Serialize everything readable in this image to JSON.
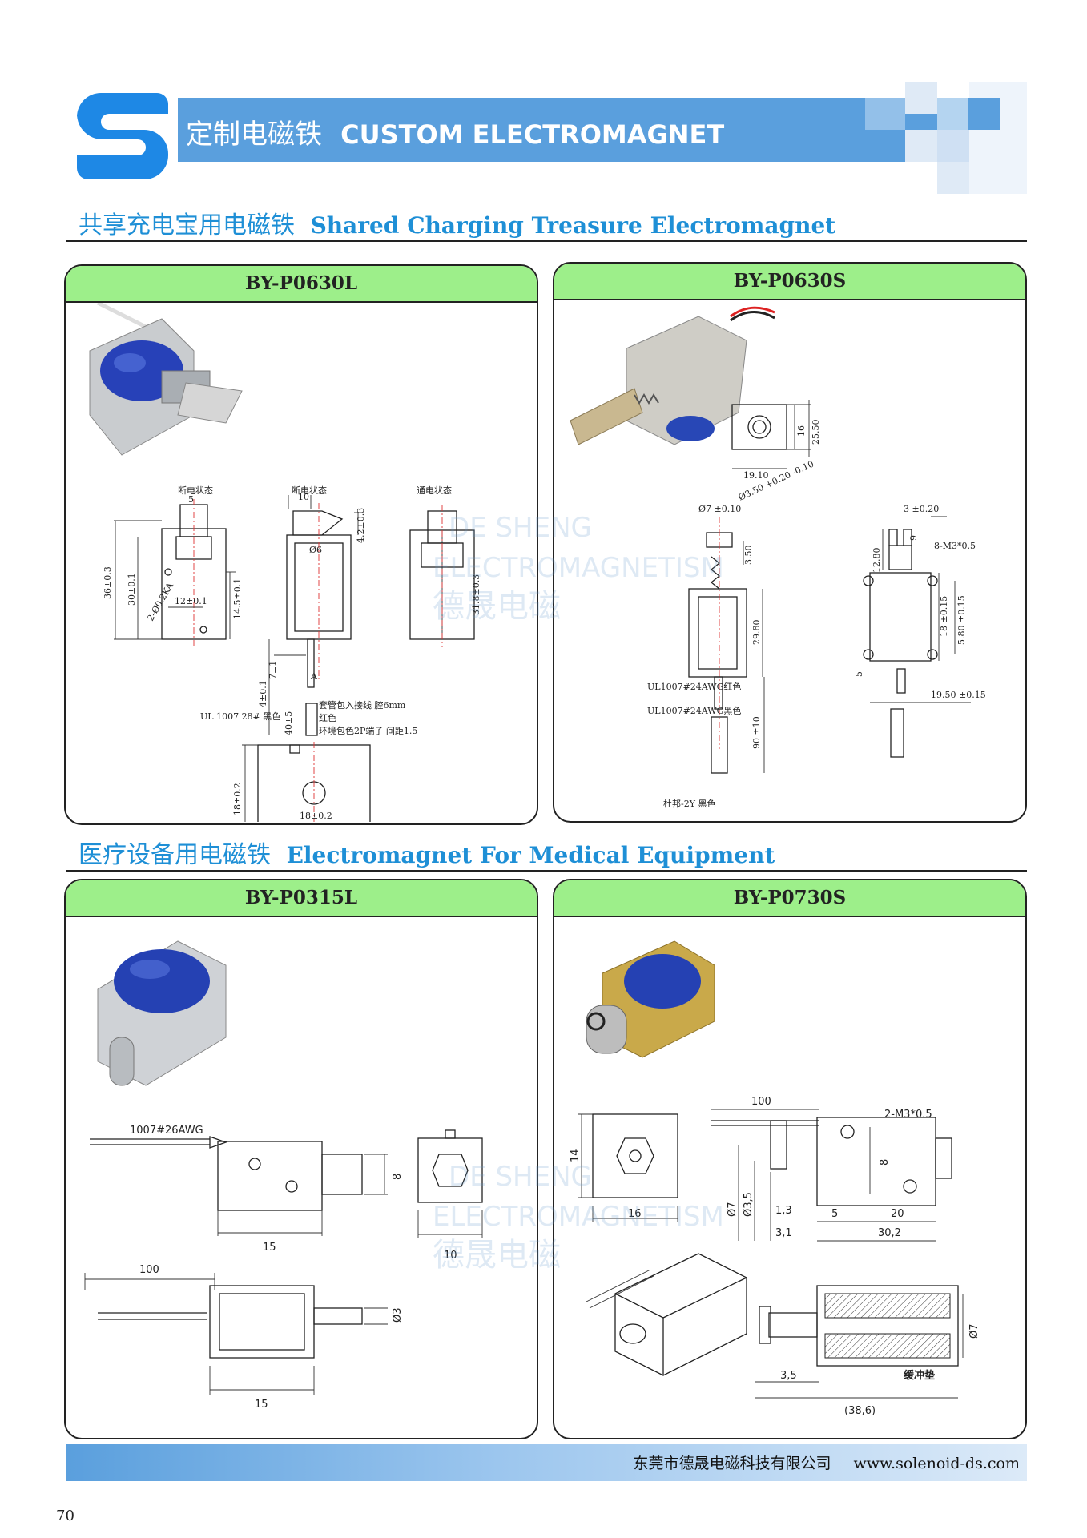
{
  "header": {
    "title_zh": "定制电磁铁",
    "title_en": "CUSTOM ELECTROMAGNET",
    "brand_color": "#5a9fdd",
    "logo_icon": "ds-s-logo-icon"
  },
  "sections": [
    {
      "title_zh": "共享充电宝用电磁铁",
      "title_en": "Shared Charging Treasure Electromagnet",
      "panels": [
        {
          "model": "BY-P0630L",
          "labels": [
            "断电状态",
            "断电状态",
            "通电状态",
            "UL 1007 28# 黑色",
            "套管包入接线 腔6mm",
            "红色",
            "环境包色2P端子 间距1.5",
            "A"
          ],
          "dims": [
            "5",
            "10",
            "Ø6",
            "4.2±0.3",
            "36±0.3",
            "30±0.1",
            "2-Ø0.2KA",
            "12±0.1",
            "14.5±0.1",
            "31.8±0.3",
            "7±1",
            "4±0.1",
            "40±5",
            "18±0.2",
            "18±0.2"
          ]
        },
        {
          "model": "BY-P0630S",
          "labels": [
            "UL1007#24AWG红色",
            "UL1007#24AWG黑色",
            "杜邦-2Y 黑色"
          ],
          "dims": [
            "16",
            "25.50",
            "19.10",
            "Ø7 ±0.10",
            "Ø3.50 +0.20 -0.10",
            "3.50",
            "29.80",
            "90 ±10",
            "3 ±0.20",
            "12.80",
            "9",
            "8-M3*0.5",
            "18 ±0.15",
            "5.80 ±0.15",
            "5",
            "19.50 ±0.15"
          ]
        }
      ]
    },
    {
      "title_zh": "医疗设备用电磁铁",
      "title_en": "Electromagnet For Medical Equipment",
      "panels": [
        {
          "model": "BY-P0315L",
          "labels": [
            "1007#26AWG"
          ],
          "dims": [
            "15",
            "8",
            "10",
            "100",
            "Ø3",
            "15"
          ]
        },
        {
          "model": "BY-P0730S",
          "labels": [
            "缓冲垫"
          ],
          "dims": [
            "14",
            "16",
            "100",
            "2-M3*0.5",
            "8",
            "Ø7",
            "Ø3,5",
            "1,3",
            "3,1",
            "5",
            "20",
            "30,2",
            "Ø7",
            "3,5",
            "(38,6)"
          ]
        }
      ]
    }
  ],
  "watermark": {
    "line1": "DE SHENG",
    "line2": "ELECTROMAGNETISM",
    "line3": "德晟电磁"
  },
  "footer": {
    "company": "东莞市德晟电磁科技有限公司",
    "url": "www.solenoid-ds.com"
  },
  "page_number": "70"
}
